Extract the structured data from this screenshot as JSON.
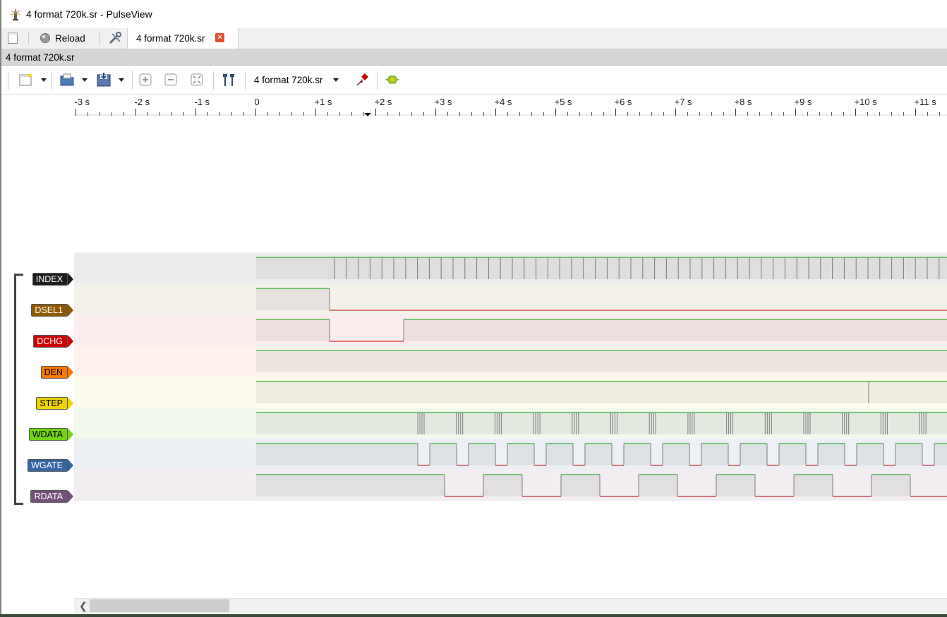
{
  "window": {
    "title": "4 format 720k.sr - PulseView"
  },
  "tabbar": {
    "reload_label": "Reload",
    "session_tab_label": "4 format 720k.sr",
    "close_glyph": "✕"
  },
  "session_bar": {
    "label": "4 format 720k.sr"
  },
  "toolbar": {
    "device_label": "4 format 720k.sr"
  },
  "ruler": {
    "ticks": [
      "-3 s",
      "-2 s",
      "-1 s",
      "0",
      "+1 s",
      "+2 s",
      "+3 s",
      "+4 s",
      "+5 s",
      "+6 s",
      "+7 s",
      "+8 s",
      "+9 s",
      "+10 s",
      "+11 s"
    ]
  },
  "signals": [
    {
      "name": "INDEX",
      "color": "#1e1e1e",
      "text_color": "#ffffff",
      "row_bg": "#ececec"
    },
    {
      "name": "DSEL1",
      "color": "#8f5902",
      "text_color": "#ffffff",
      "row_bg": "#f4f0ea"
    },
    {
      "name": "DCHG",
      "color": "#cc0000",
      "text_color": "#ffffff",
      "row_bg": "#fbeced"
    },
    {
      "name": "DEN",
      "color": "#f57900",
      "text_color": "#000000",
      "row_bg": "#fdf3ec"
    },
    {
      "name": "STEP",
      "color": "#edd400",
      "text_color": "#000000",
      "row_bg": "#fdfcec"
    },
    {
      "name": "WDATA",
      "color": "#73d216",
      "text_color": "#000000",
      "row_bg": "#f1f8ec"
    },
    {
      "name": "WGATE",
      "color": "#3465a4",
      "text_color": "#ffffff",
      "row_bg": "#ecf0f5"
    },
    {
      "name": "RDATA",
      "color": "#75507b",
      "text_color": "#ffffff",
      "row_bg": "#f1edf1"
    }
  ],
  "colors": {
    "high_trace": "#00a000",
    "low_trace": "#c00000",
    "edge": "#7a7a7a",
    "high_fill": "rgba(0,0,0,0.06)"
  },
  "icons": {
    "app": "pulseview-logo-icon",
    "new_view": "new-view-icon",
    "reload": "reload-icon",
    "settings": "settings-tools-icon",
    "open": "open-file-icon",
    "save": "save-file-icon",
    "zoom_in": "zoom-in-icon",
    "zoom_out": "zoom-out-icon",
    "zoom_fit": "zoom-fit-icon",
    "cursors": "cursors-icon",
    "probe": "probe-icon",
    "decoder": "add-decoder-icon"
  }
}
